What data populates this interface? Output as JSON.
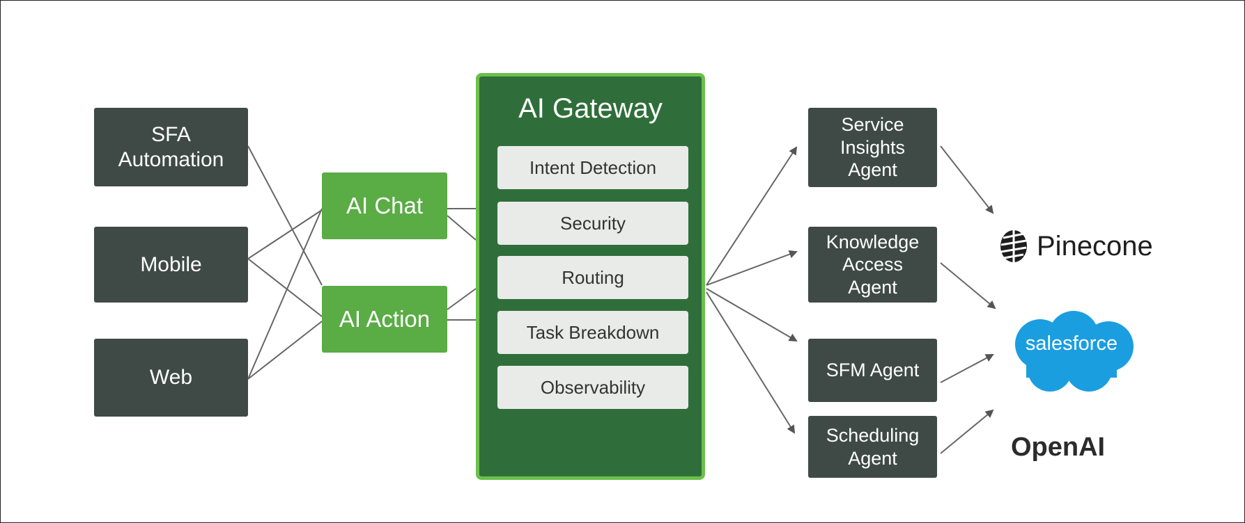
{
  "sources": [
    {
      "label": "SFA\nAutomation"
    },
    {
      "label": "Mobile"
    },
    {
      "label": "Web"
    }
  ],
  "ai_nodes": [
    {
      "label": "AI Chat"
    },
    {
      "label": "AI Action"
    }
  ],
  "gateway": {
    "title": "AI Gateway",
    "steps": [
      "Intent Detection",
      "Security",
      "Routing",
      "Task Breakdown",
      "Observability"
    ]
  },
  "agents": [
    {
      "label": "Service\nInsights\nAgent"
    },
    {
      "label": "Knowledge\nAccess\nAgent"
    },
    {
      "label": "SFM Agent"
    },
    {
      "label": "Scheduling\nAgent"
    }
  ],
  "providers": {
    "pinecone": "Pinecone",
    "salesforce": "salesforce",
    "openai": "OpenAI"
  },
  "colors": {
    "source_box": "#3f4a46",
    "ai_box": "#5aac45",
    "gateway_fill": "#2f6e3a",
    "gateway_border": "#6bc04b",
    "salesforce_blue": "#1b9ee0"
  }
}
